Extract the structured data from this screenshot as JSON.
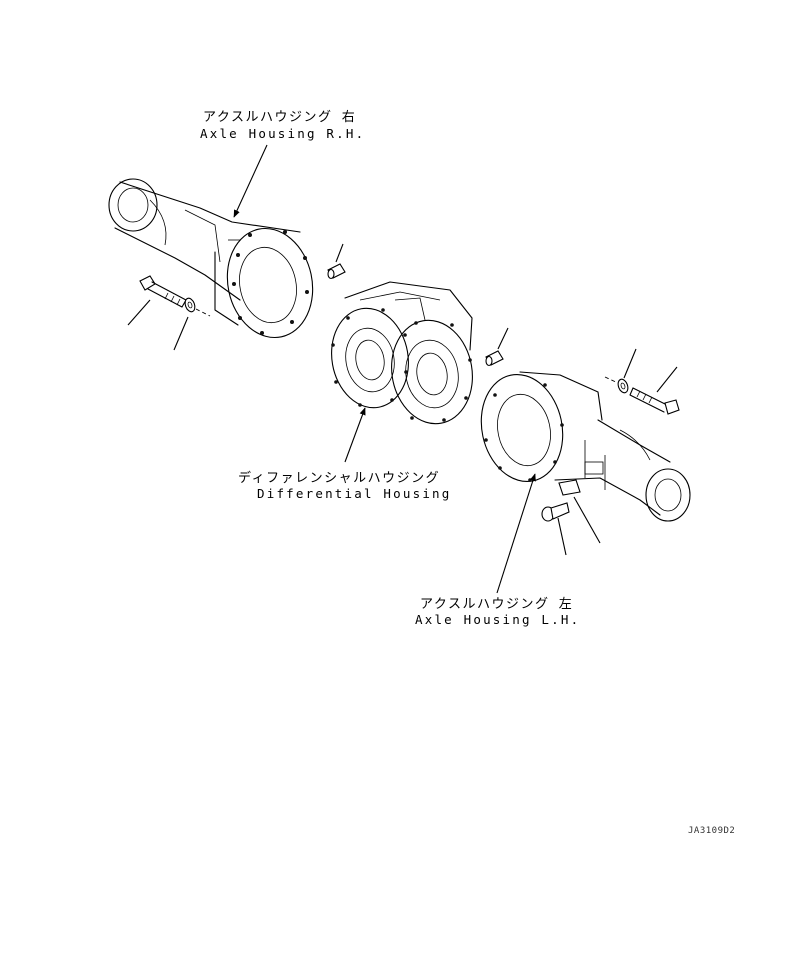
{
  "labels": {
    "axle_rh_jp": "アクスルハウジング 右",
    "axle_rh_en": "Axle Housing R.H.",
    "diff_jp": "ディファレンシャルハウジング",
    "diff_en": "Differential Housing",
    "axle_lh_jp": "アクスルハウジング 左",
    "axle_lh_en": "Axle Housing L.H."
  },
  "drawing_code": "JA3109D2",
  "colors": {
    "line": "#000000",
    "background": "#ffffff"
  }
}
